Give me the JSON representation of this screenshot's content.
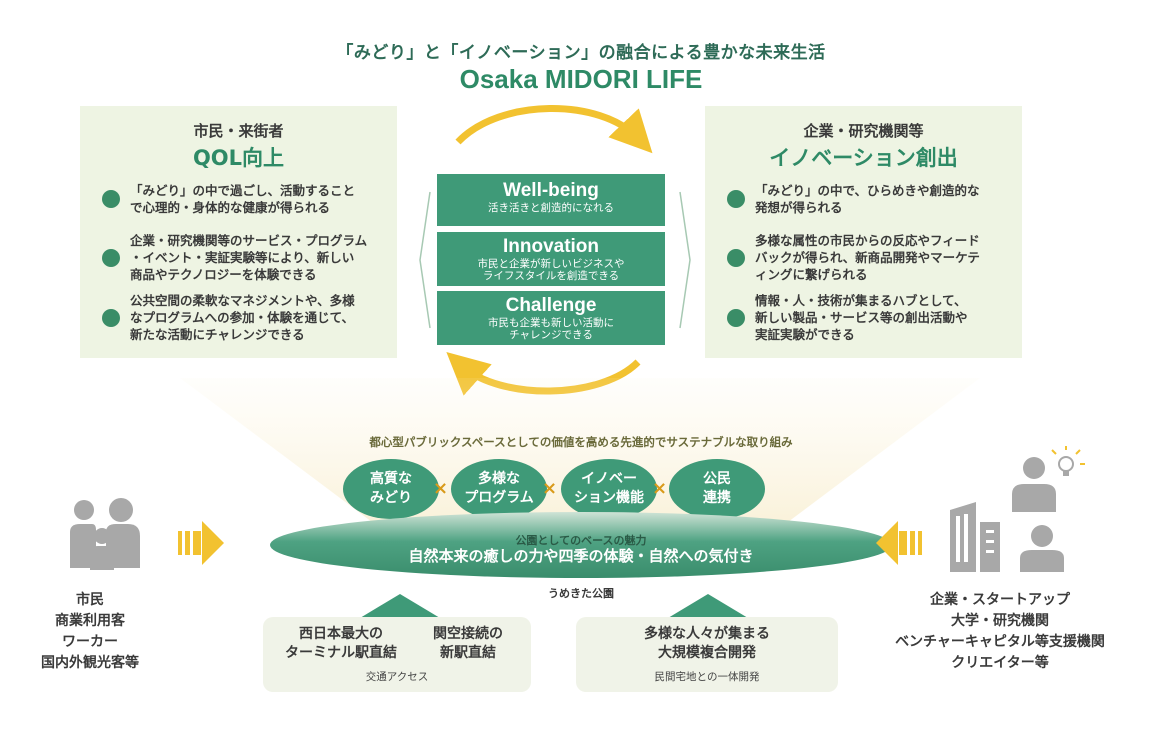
{
  "header": {
    "tagline": "「みどり」と「イノベーション」の融合による豊かな未来生活",
    "title": "Osaka MIDORI LIFE"
  },
  "left_panel": {
    "subtitle": "市民・来街者",
    "heading": "QOL向上",
    "items": [
      {
        "line1": "「みどり」の中で過ごし、活動すること",
        "line2": "で心理的・身体的な健康が得られる",
        "line3": ""
      },
      {
        "line1": "企業・研究機関等のサービス・プログラム",
        "line2": "・イベント・実証実験等により、新しい",
        "line3": "商品やテクノロジーを体験できる"
      },
      {
        "line1": "公共空間の柔軟なマネジメントや、多様",
        "line2": "なプログラムへの参加・体験を通じて、",
        "line3": "新たな活動にチャレンジできる"
      }
    ]
  },
  "right_panel": {
    "subtitle": "企業・研究機関等",
    "heading": "イノベーション創出",
    "items": [
      {
        "line1": "「みどり」の中で、ひらめきや創造的な",
        "line2": "発想が得られる",
        "line3": ""
      },
      {
        "line1": "多様な属性の市民からの反応やフィード",
        "line2": "バックが得られ、新商品開発やマーケテ",
        "line3": "ィングに繋げられる"
      },
      {
        "line1": "情報・人・技術が集まるハブとして、",
        "line2": "新しい製品・サービス等の創出活動や",
        "line3": "実証実験ができる"
      }
    ]
  },
  "center": {
    "boxes": [
      {
        "title": "Well-being",
        "desc1": "活き活きと創造的になれる",
        "desc2": ""
      },
      {
        "title": "Innovation",
        "desc1": "市民と企業が新しいビジネスや",
        "desc2": "ライフスタイルを創造できる"
      },
      {
        "title": "Challenge",
        "desc1": "市民も企業も新しい活動に",
        "desc2": "チャレンジできる"
      }
    ]
  },
  "lower": {
    "caption": "都心型パブリックスペースとしての価値を高める先進的でサステナブルな取り組み",
    "pills": [
      {
        "line1": "高質な",
        "line2": "みどり"
      },
      {
        "line1": "多様な",
        "line2": "プログラム"
      },
      {
        "line1": "イノベー",
        "line2": "ション機能"
      },
      {
        "line1": "公民",
        "line2": "連携"
      }
    ],
    "times_symbol": "×",
    "base_small": "公園としてのベースの魅力",
    "base_main": "自然本来の癒しの力や四季の体験・自然への気付き",
    "park_label": "うめきた公園"
  },
  "bottom": {
    "access": {
      "item1_line1": "西日本最大の",
      "item1_line2": "ターミナル駅直結",
      "item2_line1": "関空接続の",
      "item2_line2": "新駅直結",
      "footer": "交通アクセス"
    },
    "development": {
      "line1": "多様な人々が集まる",
      "line2": "大規模複合開発",
      "footer": "民間宅地との一体開発"
    }
  },
  "people_left": [
    "市民",
    "商業利用客",
    "ワーカー",
    "国内外観光客等"
  ],
  "people_right": [
    "企業・スタートアップ",
    "大学・研究機関",
    "ベンチャーキャピタル等支援機関",
    "クリエイター等"
  ],
  "colors": {
    "accent_green": "#3f9a78",
    "title_green": "#2e8a66",
    "panel_bg": "#eef4e3",
    "arrow_yellow": "#f2c230",
    "icon_gray": "#a8a8a8"
  }
}
